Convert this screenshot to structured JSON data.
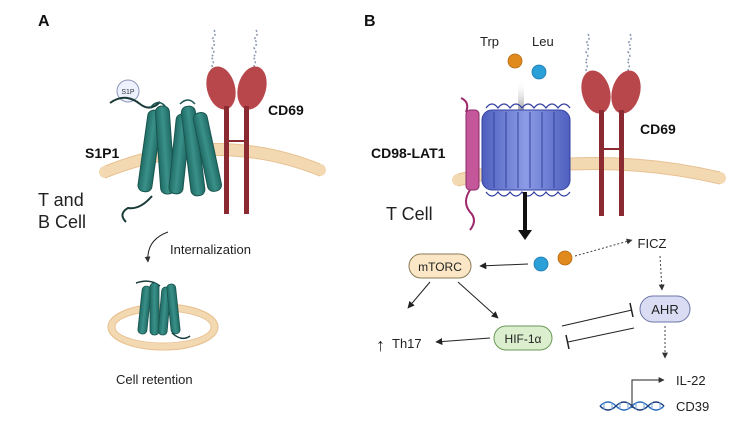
{
  "panel_a": {
    "letter": "A",
    "s1p_ligand": "S1P",
    "s1p1_label": "S1P1",
    "cd69_label": "CD69",
    "cell_label_line1": "T and",
    "cell_label_line2": "B Cell",
    "internalization_label": "Internalization",
    "retention_label": "Cell retention"
  },
  "panel_b": {
    "letter": "B",
    "trp_label": "Trp",
    "leu_label": "Leu",
    "cd98_label": "CD98-LAT1",
    "cd69_label": "CD69",
    "cell_label": "T Cell",
    "mtorc_label": "mTORC",
    "ficz_label": "FICZ",
    "ahr_label": "AHR",
    "hif_label": "HIF-1α",
    "th17_label": "Th17",
    "up_arrow": "↑",
    "il22_label": "IL-22",
    "cd39_label": "CD39"
  },
  "colors": {
    "receptor_teal": "#2a7f78",
    "cd69_red": "#b8474c",
    "membrane": "#f3d9b1",
    "transporter_blue": "#6d7fd6",
    "trp_orange": "#e08a1e",
    "leu_blue": "#2a9fd8",
    "mtorc_fill": "#fbe7c6",
    "hif_fill": "#dbefcf",
    "ahr_fill": "#d9dcf3"
  }
}
